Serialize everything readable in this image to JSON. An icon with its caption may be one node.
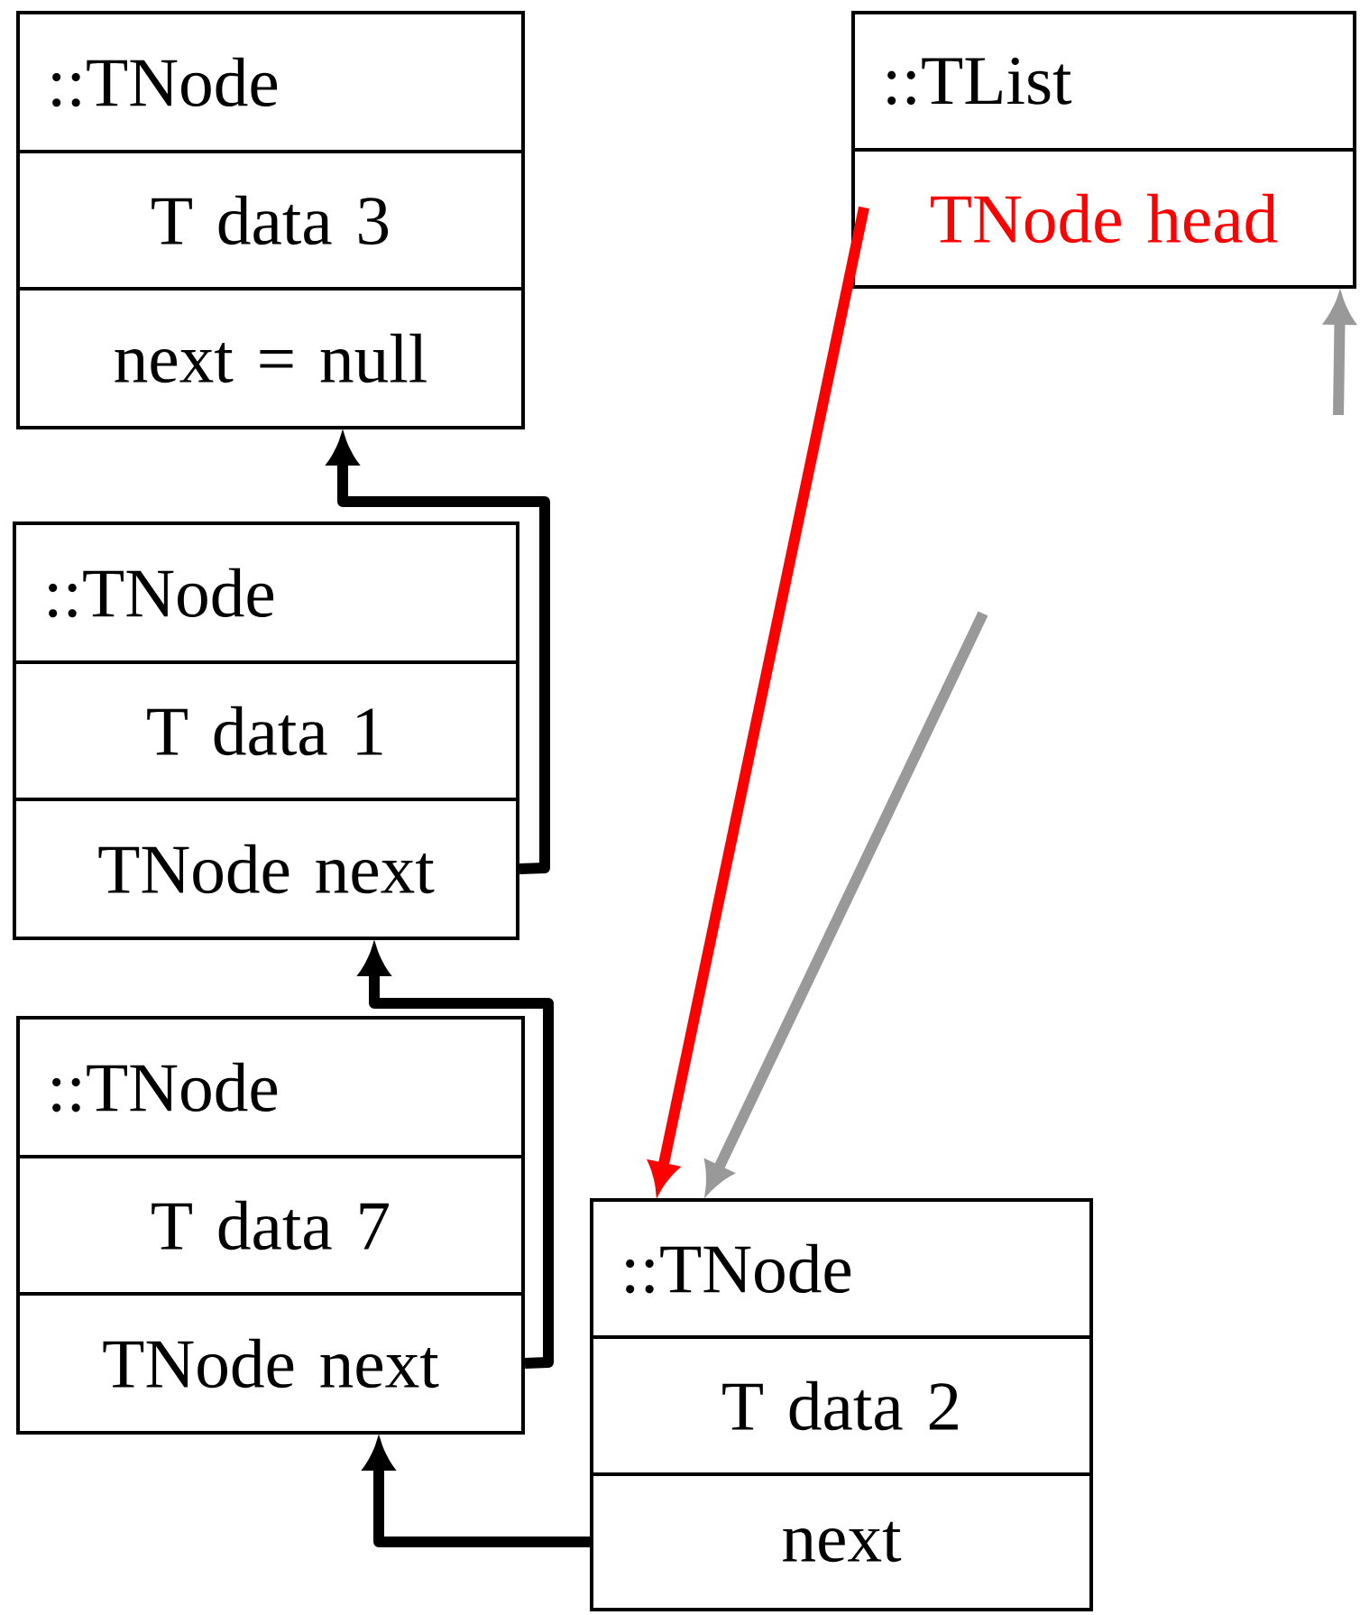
{
  "diagram": {
    "nodes": [
      {
        "text": [],
        "shape": "box"
      },
      {
        "text": [
          "::TNode"
        ],
        "in": 0
      },
      {
        "text": [
          "T data 3"
        ],
        "in": 0
      },
      {
        "text": [
          "next = null"
        ],
        "in": 0
      },
      {
        "text": [],
        "shape": "box"
      },
      {
        "text": [
          "::TList"
        ],
        "in": 4
      },
      {
        "text": [
          "TNode head"
        ],
        "in": 4
      },
      {
        "text": [],
        "shape": "box"
      },
      {
        "text": [
          "::TNode"
        ],
        "in": 7
      },
      {
        "text": [
          "T data 1"
        ],
        "in": 7
      },
      {
        "text": [
          "TNode next"
        ],
        "in": 7
      },
      {
        "text": [],
        "shape": "box"
      },
      {
        "text": [
          "::TNode"
        ],
        "in": 11
      },
      {
        "text": [
          "T data 7"
        ],
        "in": 11
      },
      {
        "text": [
          "TNode next"
        ],
        "in": 11
      },
      {
        "text": [],
        "shape": "box"
      },
      {
        "text": [
          "::TNode"
        ],
        "in": 15
      },
      {
        "text": [
          "T data 2"
        ],
        "in": 15
      },
      {
        "text": [
          "next"
        ],
        "in": 15
      }
    ],
    "edges": [
      {
        "from": 10,
        "to": 0,
        "arrow": "to"
      },
      {
        "from": 14,
        "to": 7,
        "arrow": "to"
      },
      {
        "from": 18,
        "to": 11,
        "arrow": "to"
      },
      {
        "from": 6,
        "to": 15,
        "arrow": "to",
        "color": "#ff0000"
      },
      {
        "from": null,
        "to": 15,
        "arrow": "to",
        "color": "#999999"
      },
      {
        "from": null,
        "to": 4,
        "arrow": "to",
        "color": "#999999"
      }
    ]
  }
}
